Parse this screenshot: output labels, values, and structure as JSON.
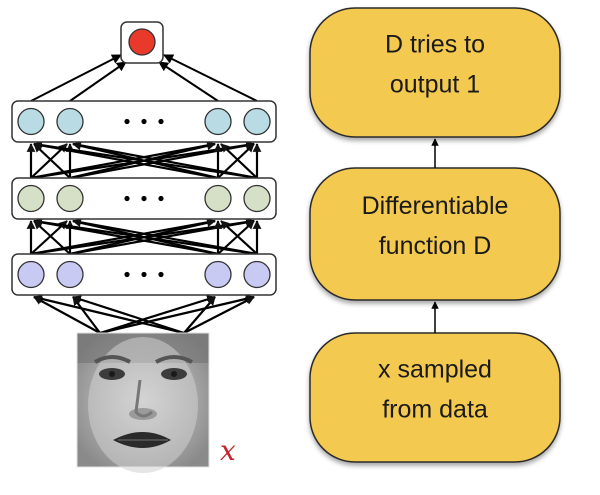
{
  "network": {
    "output_node_color": "#e8392b",
    "layers": [
      {
        "name": "hidden-2",
        "node_color": "#b9dbe3"
      },
      {
        "name": "hidden-1",
        "node_color": "#d5e0c6"
      },
      {
        "name": "input",
        "node_color": "#c9caf3"
      }
    ],
    "ellipsis": "• • •"
  },
  "input_image": {
    "description": "grayscale face photo",
    "label": "x",
    "label_color": "#c0272d"
  },
  "flow": {
    "box_color": "#f4c94f",
    "boxes": [
      {
        "lines": [
          "D tries to",
          "output 1"
        ]
      },
      {
        "lines": [
          "Differentiable",
          "function D"
        ]
      },
      {
        "lines": [
          "x sampled",
          "from data"
        ]
      }
    ]
  }
}
